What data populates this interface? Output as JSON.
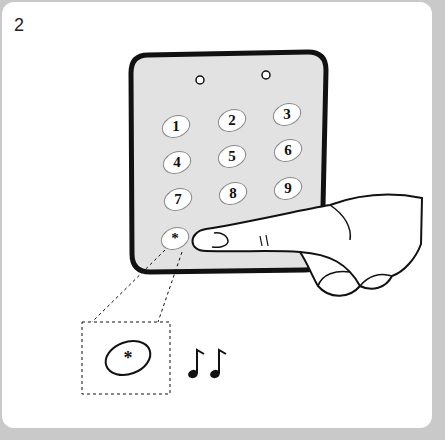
{
  "diagram": {
    "nodes": [
      {
        "text": [
          "1"
        ]
      },
      {
        "text": [
          "2"
        ]
      },
      {
        "text": [
          "3"
        ]
      },
      {
        "text": [
          "4"
        ]
      },
      {
        "text": [
          "5"
        ]
      },
      {
        "text": [
          "6"
        ]
      },
      {
        "text": [
          "7"
        ]
      },
      {
        "text": [
          "8"
        ]
      },
      {
        "text": [
          "9"
        ]
      },
      {
        "text": [
          "*"
        ]
      },
      {
        "text": [
          "*"
        ]
      }
    ],
    "labels": [
      "2"
    ]
  }
}
